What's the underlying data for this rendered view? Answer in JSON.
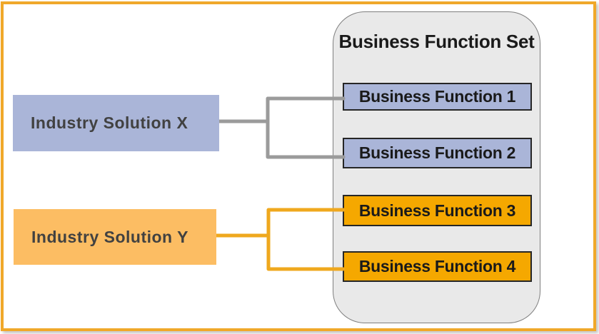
{
  "diagram": {
    "industry_solutions": [
      {
        "id": "x",
        "label": "Industry Solution X",
        "theme": "blue"
      },
      {
        "id": "y",
        "label": "Industry Solution Y",
        "theme": "orange"
      }
    ],
    "business_function_set": {
      "title": "Business Function Set",
      "functions": [
        {
          "label": "Business Function 1",
          "theme": "blue"
        },
        {
          "label": "Business Function 2",
          "theme": "blue"
        },
        {
          "label": "Business Function 3",
          "theme": "orange"
        },
        {
          "label": "Business Function 4",
          "theme": "orange"
        }
      ]
    },
    "connections": [
      {
        "from": "Industry Solution X",
        "to": [
          "Business Function 1",
          "Business Function 2"
        ],
        "connector_color": "gray"
      },
      {
        "from": "Industry Solution Y",
        "to": [
          "Business Function 3",
          "Business Function 4"
        ],
        "connector_color": "orange"
      }
    ],
    "colors": {
      "frame_border": "#F0A82A",
      "blue_fill": "#AAB5D8",
      "orange_fill_light": "#FCBD63",
      "orange_fill_strong": "#F5A800",
      "container_fill": "#E9E9E9",
      "container_border": "#7F7F7F",
      "connector_gray": "#9B9B9B",
      "connector_orange": "#EFA81E",
      "box_border": "#262626",
      "label_text": "#414141",
      "function_text": "#1A1A1A"
    }
  }
}
